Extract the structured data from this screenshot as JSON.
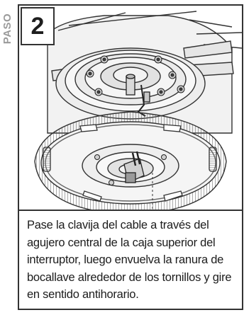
{
  "step": {
    "section_label": "PASO",
    "number": "2",
    "instruction": "Pase la clavija del cable a través del agujero central de la caja superior del interruptor, luego envuelva la ranura de bocallave alrededor de los tornillos y gire en sentido antihorario."
  },
  "colors": {
    "line": "#333333",
    "label_gray": "#9a9a9a",
    "hardware_dark": "#444444",
    "hardware_light": "#e6e6e6"
  }
}
